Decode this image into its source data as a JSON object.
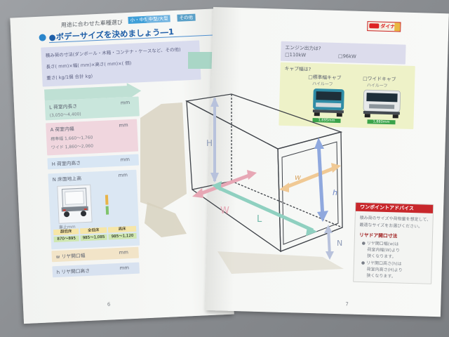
{
  "left_page": {
    "header_small": "用途に合わせた車種選び",
    "tags": [
      "小・中型",
      "中型/大型",
      "その他"
    ],
    "title": "●ボデーサイズを決めましょう―1",
    "intro": {
      "line1": "積み荷の寸法(ダンボール・木箱・コンテナ・ケースなど、その他)",
      "line2": "長さ(    mm)×幅(    mm)×高さ(    mm)×(    個)",
      "line3": "重さ(    kg/1個    合計    kg)"
    },
    "field_L": {
      "label": "L 荷室内長さ",
      "unit": "mm",
      "range": "(3,050〜4,400)"
    },
    "field_A": {
      "label": "A 荷室内幅",
      "unit": "mm",
      "row1": "標準幅 1,660〜1,760",
      "row2": "ワイド 1,860〜2,060"
    },
    "field_H": {
      "label": "H 荷室内高さ",
      "unit": "mm"
    },
    "field_N": {
      "label": "N 床面地上高",
      "unit": "mm",
      "truck_caption": "車止mm",
      "heights": [
        {
          "name": "超低床",
          "value": "870〜895"
        },
        {
          "name": "全低床",
          "value": "985〜1,085"
        },
        {
          "name": "高床",
          "value": "985〜1,120"
        }
      ]
    },
    "field_w": {
      "label": "w リヤ開口幅",
      "unit": "mm"
    },
    "field_h": {
      "label": "h リヤ開口高さ",
      "unit": "mm"
    },
    "page_number": "6"
  },
  "right_page": {
    "logo_text": "ダイナ",
    "engine": {
      "title": "エンジン出力は?",
      "opt1": "□110kW",
      "opt2": "□96kW"
    },
    "cab": {
      "title": "キャブ幅は?",
      "opt1": "□標準幅キャブ",
      "opt2": "□ワイドキャブ",
      "opt1_sub": "ハイルーフ",
      "opt2_sub": "ハイルーフ",
      "badge1": "1,695mm",
      "badge2": "1,880mm"
    },
    "diagram": {
      "H": "H",
      "W": "W",
      "L": "L",
      "w": "w",
      "h": "h",
      "N": "N"
    },
    "advice": {
      "head": "ワンポイントアドバイス",
      "lead1": "積み荷のサイズや荷物量を想定して、",
      "lead2": "最適なサイズをお選びください。",
      "sub": "リヤドア開口寸法",
      "b1": "● リヤ開口幅(w)は",
      "b1b": "荷室内幅(W)より",
      "b1c": "狭くなります。",
      "b2": "● リヤ開口高さ(h)は",
      "b2b": "荷室内高さ(H)より",
      "b2c": "狭くなります。"
    },
    "page_number": "7"
  },
  "colors": {
    "title_blue": "#1f5fa8",
    "green_arrow": "#a9d6c6",
    "pink_arrow": "#e7a7b5",
    "blue_arrow": "#8fa8de",
    "orange_arrow": "#f0c994",
    "advice_red": "#c8282c"
  }
}
